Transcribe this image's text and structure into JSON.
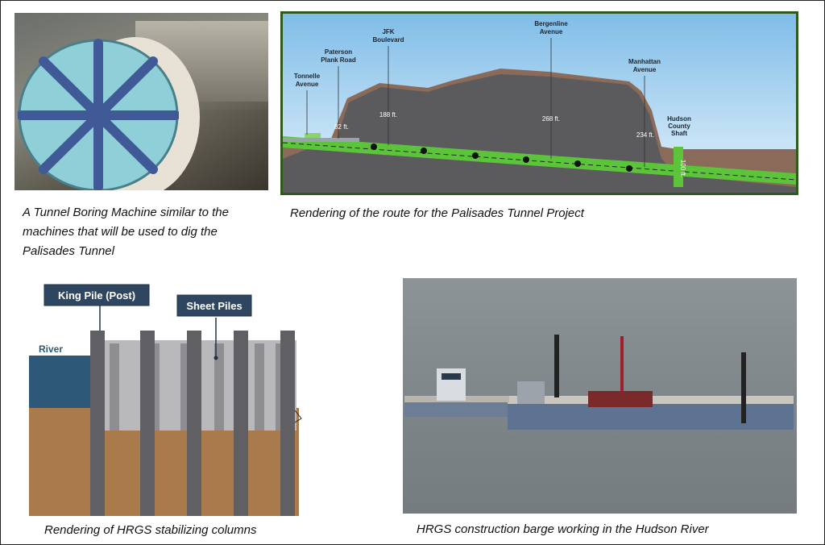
{
  "tbm": {
    "caption": [
      "A Tunnel Boring Machine similar to the",
      "machines that will be used to dig the",
      "Palisades Tunnel"
    ]
  },
  "route": {
    "caption": "Rendering of the route for the Palisades Tunnel Project",
    "stations": [
      {
        "name": [
          "Tonnelle",
          "Avenue"
        ]
      },
      {
        "name": [
          "Paterson",
          "Plank Road"
        ],
        "depth": "82 ft."
      },
      {
        "name": [
          "JFK",
          "Boulevard"
        ],
        "depth": "188 ft."
      },
      {
        "name": [
          "Bergenline",
          "Avenue"
        ],
        "depth": "268 ft."
      },
      {
        "name": [
          "Manhattan",
          "Avenue"
        ],
        "depth": "234 ft."
      },
      {
        "name": [
          "Hudson",
          "County",
          "Shaft"
        ],
        "depth": "100 ft."
      }
    ],
    "colors": {
      "border": "#2e5a1c",
      "tunnel": "#5cc43a",
      "rock": "#5b5b5e",
      "soil": "#8a6a58",
      "sky": "#8fc6ea"
    }
  },
  "hrgs": {
    "caption": "Rendering of HRGS stabilizing columns",
    "labels": {
      "king_pile": "King Pile (Post)",
      "sheet_piles": "Sheet Piles",
      "river": "River"
    }
  },
  "barge": {
    "caption": "HRGS construction barge working in the Hudson River"
  }
}
